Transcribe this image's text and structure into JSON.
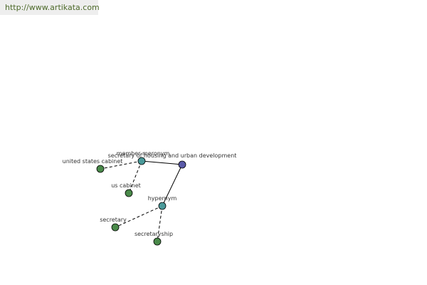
{
  "header": {
    "url": "http://www.artikata.com"
  },
  "colors": {
    "center_node": "#5a5aa8",
    "relation_node": "#4a9a9a",
    "leaf_node": "#4a8a4a",
    "link": "#4d6a2a"
  },
  "graph": {
    "center": {
      "label": "secretary of housing and urban development"
    },
    "relations": [
      {
        "label": "member meronym"
      },
      {
        "label": "hypernym"
      }
    ],
    "leaves": [
      {
        "label": "united states cabinet"
      },
      {
        "label": "us cabinet"
      },
      {
        "label": "secretary"
      },
      {
        "label": "secretaryship"
      }
    ]
  }
}
